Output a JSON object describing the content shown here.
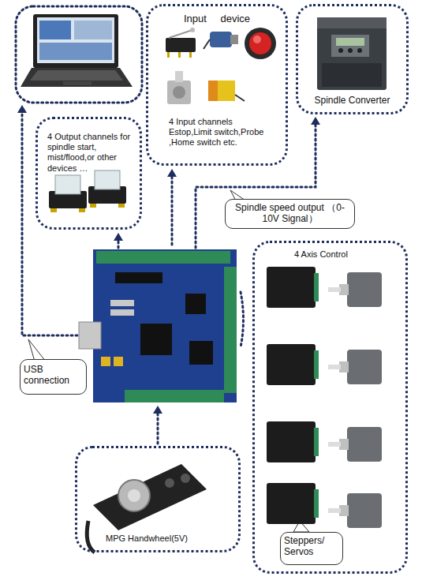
{
  "diagram": {
    "nodes": [
      {
        "text": [
          "Input device",
          "4 Input channels Estop,Limit switch,Probe ,Home switch etc."
        ]
      },
      {
        "text": [
          "Spindle Converter"
        ]
      },
      {
        "text": [
          "4 Output channels for spindle start, mist/flood,or other devices …"
        ]
      },
      {
        "text": [
          "Spindle speed output （0-10V Signal）"
        ]
      },
      {
        "text": [
          "4 Axis Control"
        ]
      },
      {
        "text": [
          "USB connection"
        ]
      },
      {
        "text": [
          "MPG Handwheel(5V)"
        ]
      },
      {
        "text": [
          "Steppers/ Servos"
        ],
        "in": 4
      }
    ]
  }
}
